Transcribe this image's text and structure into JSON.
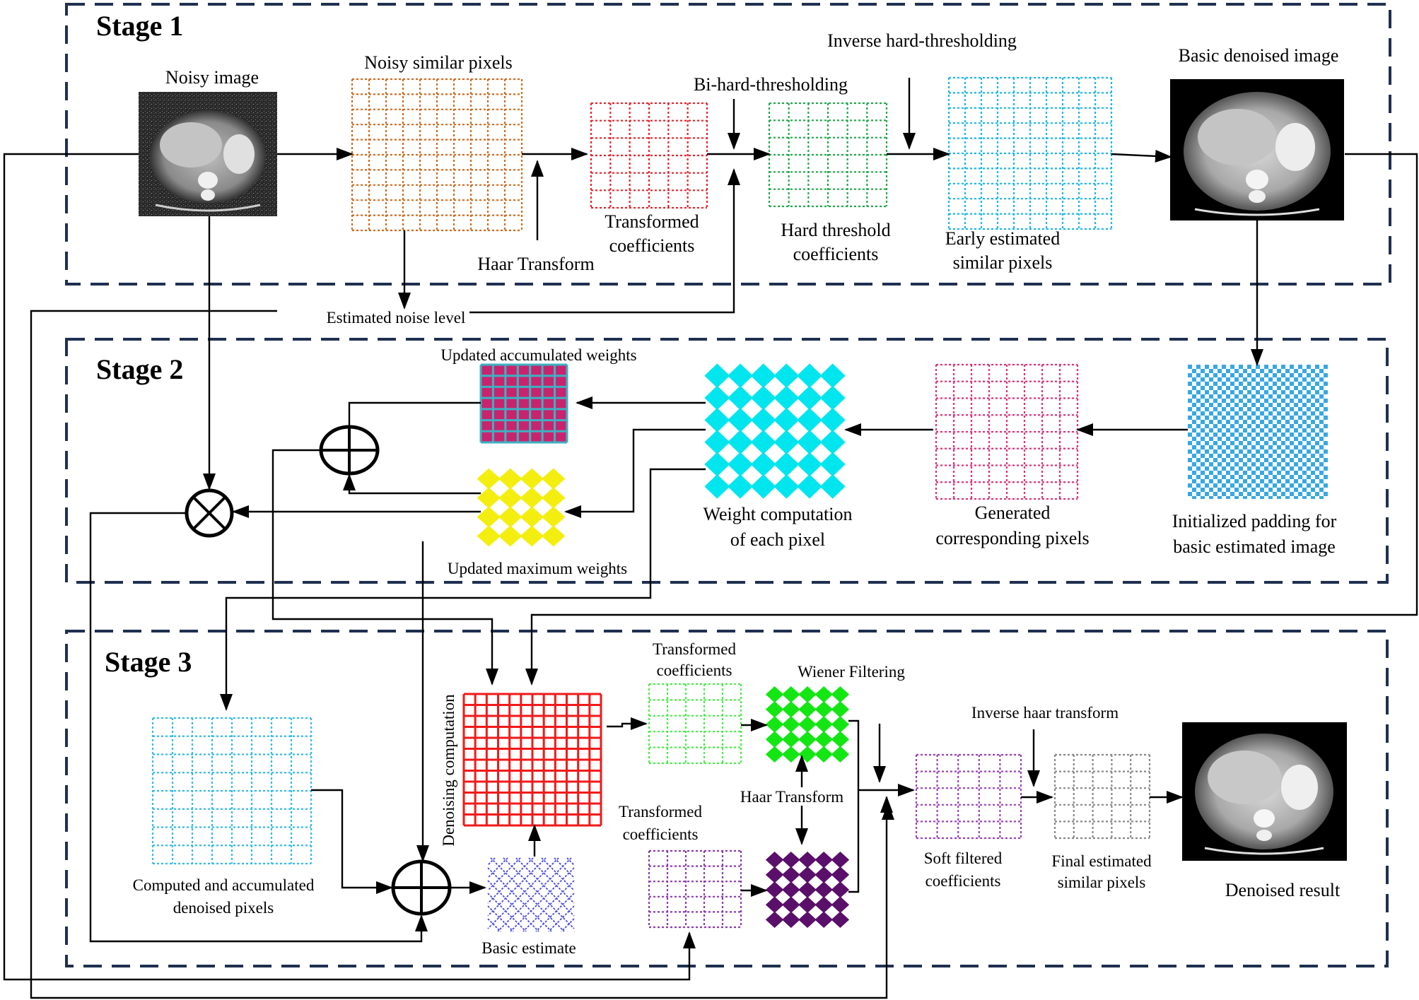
{
  "stages": {
    "stage1": "Stage 1",
    "stage2": "Stage 2",
    "stage3": "Stage 3"
  },
  "labels": {
    "noisy_image": "Noisy image",
    "noisy_similar_pixels": "Noisy similar pixels",
    "bi_hard_thresholding": "Bi-hard-thresholding",
    "inverse_hard_thresholding": "Inverse hard-thresholding",
    "basic_denoised_image": "Basic denoised image",
    "transformed_coefficients_1a": "Transformed",
    "transformed_coefficients_1b": "coefficients",
    "haar_transform_1": "Haar Transform",
    "hard_threshold_a": "Hard threshold",
    "hard_threshold_b": "coefficients",
    "early_estimated_a": "Early estimated",
    "early_estimated_b": "similar pixels",
    "estimated_noise_level": "Estimated noise level",
    "updated_accumulated_weights": "Updated accumulated weights",
    "updated_maximum_weights": "Updated maximum weights",
    "weight_computation_a": "Weight computation",
    "weight_computation_b": "of each pixel",
    "generated_pixels_a": "Generated",
    "generated_pixels_b": "corresponding pixels",
    "initialized_padding_a": "Initialized padding for",
    "initialized_padding_b": "basic estimated image",
    "computed_accumulated_a": "Computed and accumulated",
    "computed_accumulated_b": "denoised pixels",
    "denoising_computation": "Denoising computation",
    "basic_estimate": "Basic estimate",
    "transformed_coefficients_3a": "Transformed",
    "transformed_coefficients_3b": "coefficients",
    "transformed_coefficients_4a": "Transformed",
    "transformed_coefficients_4b": "coefficients",
    "wiener_filtering": "Wiener Filtering",
    "haar_transform_3": "Haar Transform",
    "inverse_haar_transform": "Inverse haar transform",
    "soft_filtered_a": "Soft filtered",
    "soft_filtered_b": "coefficients",
    "final_estimated_a": "Final estimated",
    "final_estimated_b": "similar pixels",
    "denoised_result": "Denoised result"
  },
  "colors": {
    "frame": "#1f3050",
    "orange": "#d2691e",
    "red_dotted": "#e8242a",
    "green_dotted": "#1fa84a",
    "cyan_dotted": "#1ab7e8",
    "cyan_diamond": "#00e5ee",
    "pink_dotted": "#e0307a",
    "checker_blue": "#38a8e0",
    "accum_fill": "#c8246e",
    "accum_grid": "#3fb0c0",
    "yellow": "#f4ee10",
    "light_blue_dotted": "#33bbe6",
    "red_grid": "#f01a1a",
    "blue_diag": "#4a4ae0",
    "light_green": "#44ee44",
    "green_diamond": "#14e614",
    "purple_dotted": "#8a3ab0",
    "dark_purple": "#5a0f6a",
    "violet_dotted": "#9a40b8",
    "gray_dotted": "#888888"
  }
}
